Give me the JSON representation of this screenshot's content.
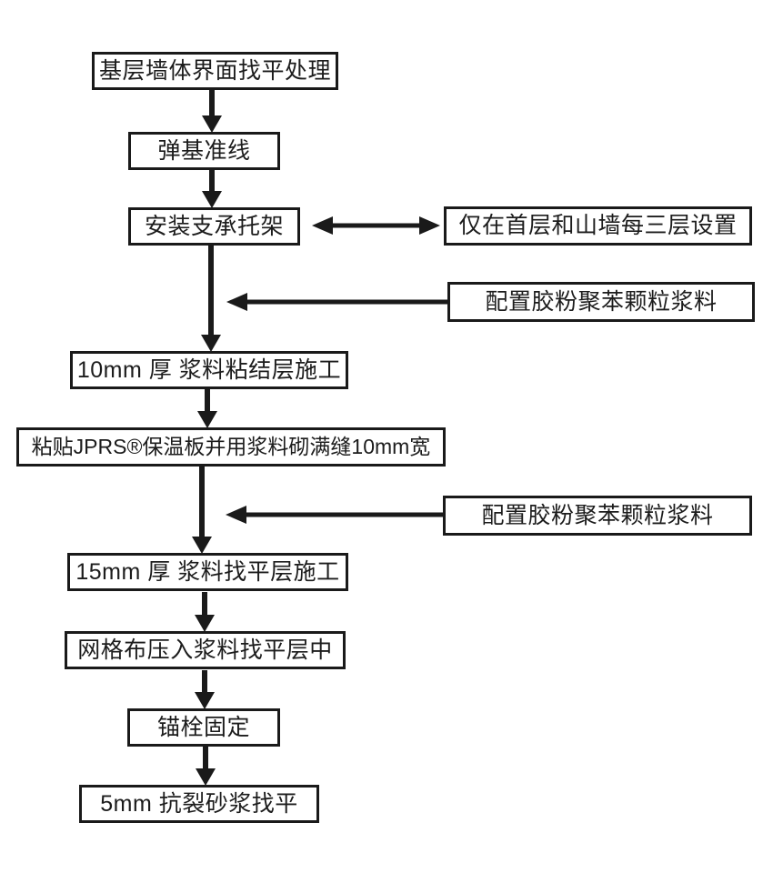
{
  "flowchart": {
    "type": "process-flow",
    "colors": {
      "background": "#ffffff",
      "line": "#1a1a1a",
      "box_border": "#1a1a1a",
      "text": "#1c1c1c"
    },
    "main_steps": [
      {
        "id": "step-1",
        "label": "基层墙体界面找平处理"
      },
      {
        "id": "step-2",
        "label": "弹基准线"
      },
      {
        "id": "step-3",
        "label": "安装支承托架"
      },
      {
        "id": "step-4",
        "label": "10mm 厚 浆料粘结层施工"
      },
      {
        "id": "step-5",
        "label": "粘贴JPRS®保温板并用浆料砌满缝10mm宽"
      },
      {
        "id": "step-6",
        "label": "15mm 厚 浆料找平层施工"
      },
      {
        "id": "step-7",
        "label": "网格布压入浆料找平层中"
      },
      {
        "id": "step-8",
        "label": "锚栓固定"
      },
      {
        "id": "step-9",
        "label": "5mm 抗裂砂浆找平"
      }
    ],
    "side_notes": [
      {
        "id": "note-1",
        "label": "仅在首层和山墙每三层设置"
      },
      {
        "id": "note-2",
        "label": "配置胶粉聚苯颗粒浆料"
      },
      {
        "id": "note-3",
        "label": "配置胶粉聚苯颗粒浆料"
      }
    ],
    "edges": [
      {
        "from": "step-1",
        "to": "step-2",
        "style": "arrow-down"
      },
      {
        "from": "step-2",
        "to": "step-3",
        "style": "arrow-down"
      },
      {
        "from": "step-3",
        "to": "step-4",
        "style": "arrow-down"
      },
      {
        "from": "step-4",
        "to": "step-5",
        "style": "arrow-down"
      },
      {
        "from": "step-5",
        "to": "step-6",
        "style": "arrow-down"
      },
      {
        "from": "step-6",
        "to": "step-7",
        "style": "arrow-down"
      },
      {
        "from": "step-7",
        "to": "step-8",
        "style": "arrow-down"
      },
      {
        "from": "step-8",
        "to": "step-9",
        "style": "arrow-down"
      },
      {
        "from": "note-1",
        "to": "step-3",
        "style": "double-headed-horizontal"
      },
      {
        "from": "note-2",
        "to": "flow-line-between-step-3-and-step-4",
        "style": "arrow-left"
      },
      {
        "from": "note-3",
        "to": "flow-line-between-step-5-and-step-6",
        "style": "arrow-left"
      }
    ]
  }
}
